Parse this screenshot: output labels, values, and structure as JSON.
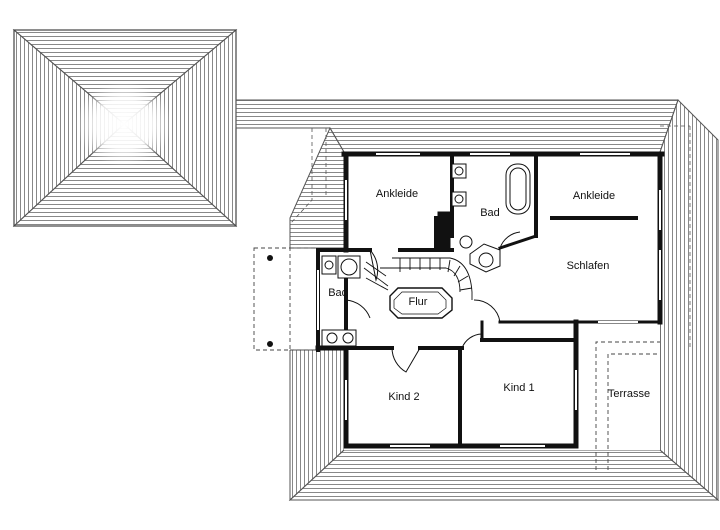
{
  "rooms": {
    "ankleide_left": "Ankleide",
    "bad_top": "Bad",
    "ankleide_right": "Ankleide",
    "schlafen": "Schlafen",
    "bad_left": "Bad",
    "flur": "Flur",
    "kind2": "Kind 2",
    "kind1": "Kind 1",
    "terrasse": "Terrasse"
  },
  "colors": {
    "wall": "#111111",
    "roof_line": "#555555",
    "background": "#ffffff"
  }
}
